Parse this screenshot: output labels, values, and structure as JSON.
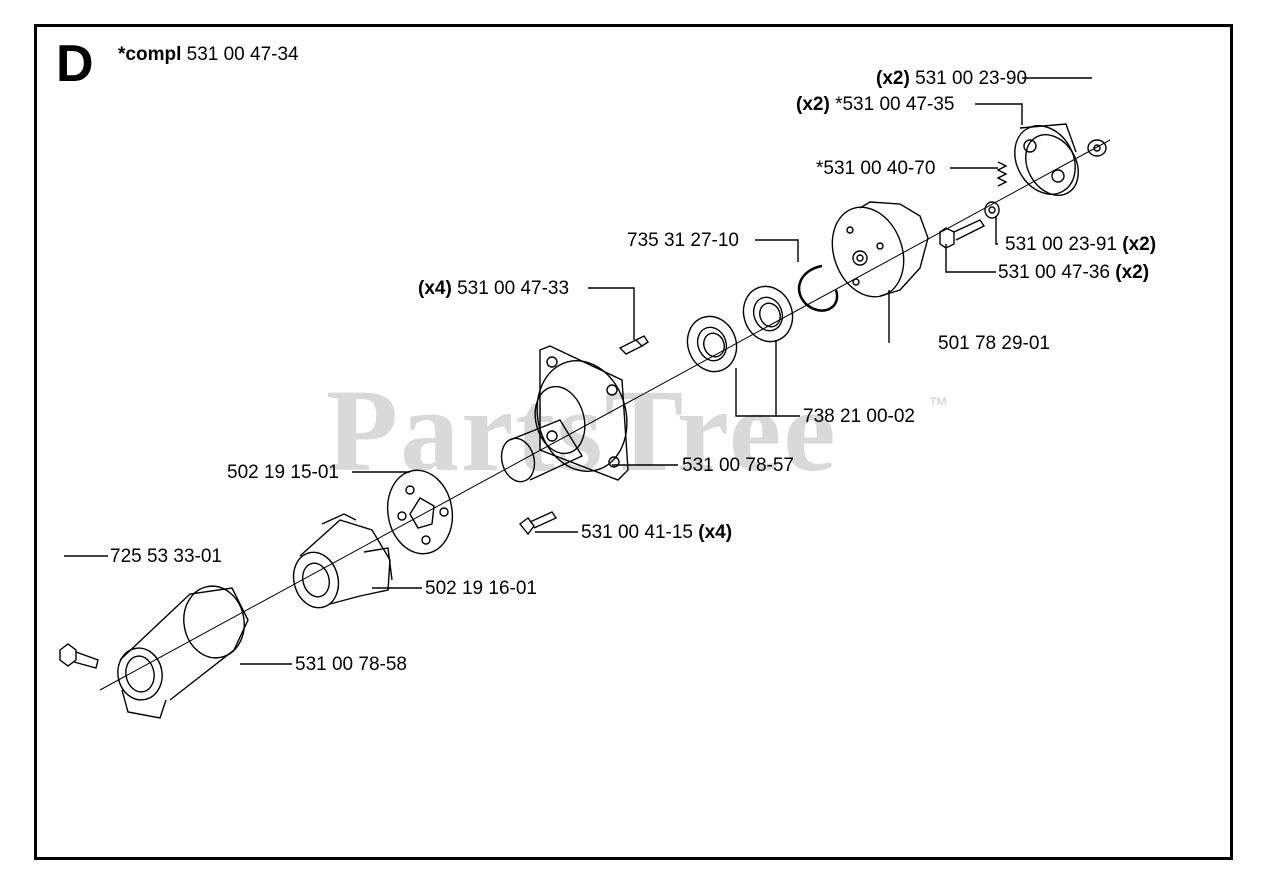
{
  "section": "D",
  "compl": {
    "prefix": "*compl",
    "number": "531 00 47-34"
  },
  "watermark": {
    "text": "PartsTree",
    "tm": "™"
  },
  "labels": {
    "p1": {
      "qty": "(x2)",
      "number": "531 00 23-90"
    },
    "p2": {
      "qty": "(x2)",
      "number": "*531 00 47-35"
    },
    "p3": {
      "number": "*531 00 40-70"
    },
    "p4": {
      "number": "531 00 23-91",
      "qty": "(x2)"
    },
    "p5": {
      "number": "531 00 47-36",
      "qty": "(x2)"
    },
    "p6": {
      "number": "735 31 27-10"
    },
    "p7": {
      "number": "501 78 29-01"
    },
    "p8": {
      "qty": "(x4)",
      "number": "531 00 47-33"
    },
    "p9": {
      "number": "738 21 00-02"
    },
    "p10": {
      "number": "531 00 78-57"
    },
    "p11": {
      "number": "502 19 15-01"
    },
    "p12": {
      "number": "531 00 41-15",
      "qty": "(x4)"
    },
    "p13": {
      "number": "725 53 33-01"
    },
    "p14": {
      "number": "502 19 16-01"
    },
    "p15": {
      "number": "531 00 78-58"
    }
  }
}
